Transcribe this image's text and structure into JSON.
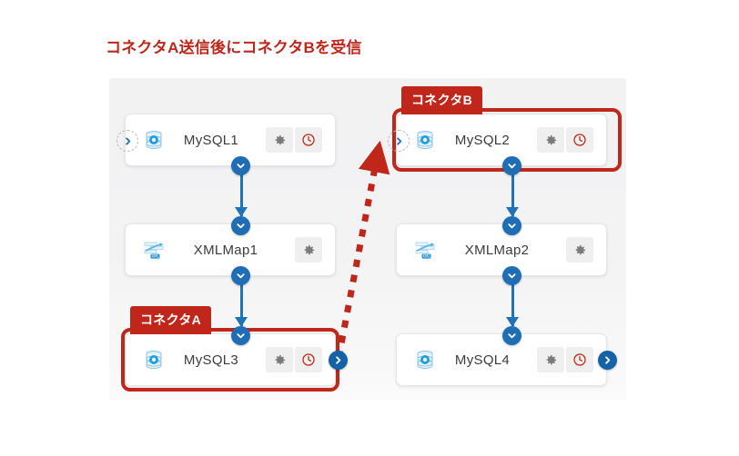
{
  "title": "コネクタA送信後にコネクタBを受信",
  "colors": {
    "accent_red": "#c0261a",
    "accent_blue": "#1f6eb5",
    "link_blue": "#2173b8",
    "canvas_bg": "#f2f2f3",
    "node_bg": "#ffffff",
    "icon_button_bg": "#efefef",
    "clock_red": "#c0261a",
    "gear_gray": "#7b7b7b"
  },
  "tags": {
    "connector_a": "コネクタA",
    "connector_b": "コネクタB"
  },
  "flow": {
    "left_column": [
      {
        "id": "mysql1",
        "label": "MySQL1",
        "type_icon": "mysql-database-icon",
        "buttons": [
          "gear-icon",
          "clock-icon"
        ],
        "left_handle": "chevron-right-ghost-icon",
        "right_handle": null,
        "highlighted": false,
        "tag": null
      },
      {
        "id": "xmlmap1",
        "label": "XMLMap1",
        "type_icon": "xmlmap-icon",
        "buttons": [
          "gear-icon"
        ],
        "left_handle": null,
        "right_handle": null,
        "highlighted": false,
        "tag": null
      },
      {
        "id": "mysql3",
        "label": "MySQL3",
        "type_icon": "mysql-database-icon",
        "buttons": [
          "gear-icon",
          "clock-icon"
        ],
        "left_handle": null,
        "right_handle": "chevron-right-icon",
        "highlighted": true,
        "tag": "コネクタA"
      }
    ],
    "right_column": [
      {
        "id": "mysql2",
        "label": "MySQL2",
        "type_icon": "mysql-database-icon",
        "buttons": [
          "gear-icon",
          "clock-icon"
        ],
        "left_handle": "chevron-right-ghost-icon",
        "right_handle": null,
        "highlighted": true,
        "tag": "コネクタB"
      },
      {
        "id": "xmlmap2",
        "label": "XMLMap2",
        "type_icon": "xmlmap-icon",
        "buttons": [
          "gear-icon"
        ],
        "left_handle": null,
        "right_handle": null,
        "highlighted": false,
        "tag": null
      },
      {
        "id": "mysql4",
        "label": "MySQL4",
        "type_icon": "mysql-database-icon",
        "buttons": [
          "gear-icon",
          "clock-icon"
        ],
        "left_handle": null,
        "right_handle": "chevron-right-icon",
        "highlighted": false,
        "tag": null
      }
    ],
    "cross_link": {
      "style": "dashed",
      "color": "#c0261a",
      "from": "mysql3",
      "to": "mysql2",
      "direction": "up-right"
    }
  }
}
